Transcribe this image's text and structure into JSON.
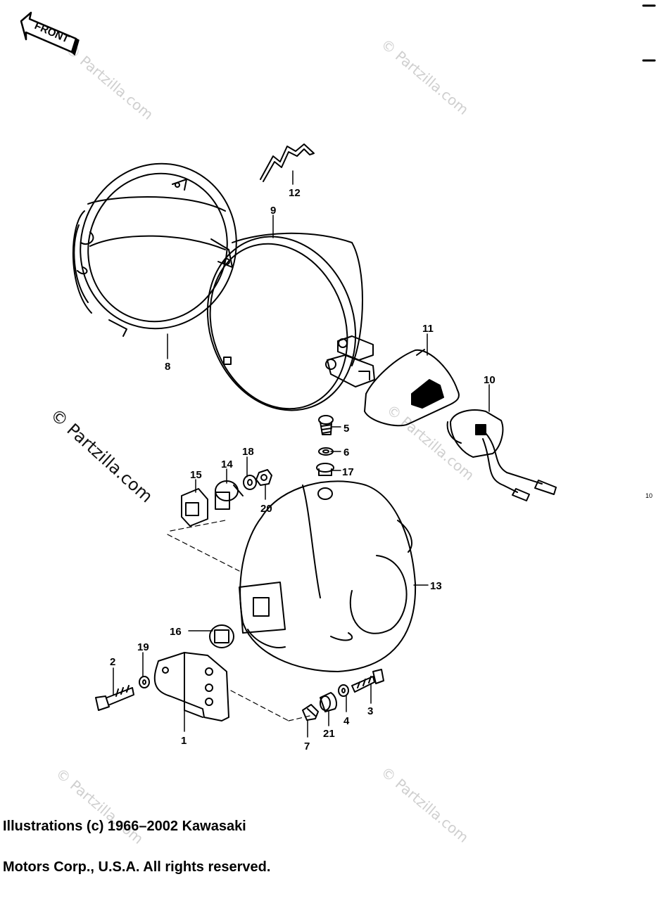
{
  "direction_label": "FRONT",
  "part_numbers": [
    "12",
    "9",
    "8",
    "11",
    "10",
    "5",
    "6",
    "17",
    "18",
    "14",
    "15",
    "20",
    "13",
    "16",
    "19",
    "2",
    "1",
    "7",
    "21",
    "4",
    "3"
  ],
  "watermark_text": "© Partzilla.com",
  "page_marker": "10",
  "copyright_line1": "Illustrations (c) 1966–2002 Kawasaki",
  "copyright_line2": "Motors Corp., U.S.A.  All rights reserved."
}
